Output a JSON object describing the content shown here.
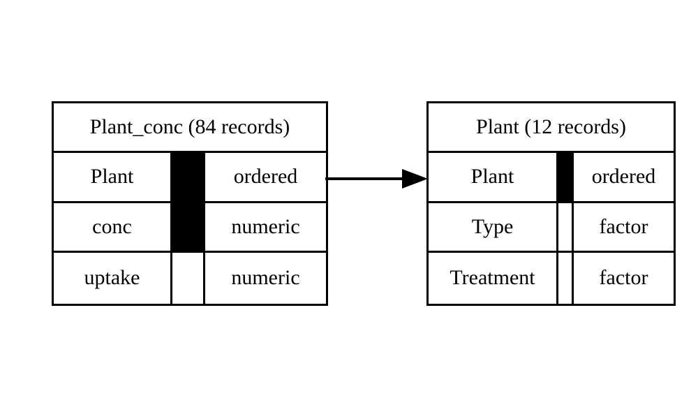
{
  "diagram": {
    "type": "entity-relationship-diagram",
    "background_color": "#ffffff",
    "line_color": "#000000",
    "key_marker_color": "#000000"
  },
  "entities": [
    {
      "id": "plant_conc",
      "title": "Plant_conc (84 records)",
      "name": "Plant_conc",
      "record_count": "84",
      "record_label": "records",
      "fields": [
        {
          "name": "Plant",
          "type": "ordered",
          "is_key": true
        },
        {
          "name": "conc",
          "type": "numeric",
          "is_key": true
        },
        {
          "name": "uptake",
          "type": "numeric",
          "is_key": false
        }
      ]
    },
    {
      "id": "plant",
      "title": "Plant (12 records)",
      "name": "Plant",
      "record_count": "12",
      "record_label": "records",
      "fields": [
        {
          "name": "Plant",
          "type": "ordered",
          "is_key": true
        },
        {
          "name": "Type",
          "type": "factor",
          "is_key": false
        },
        {
          "name": "Treatment",
          "type": "factor",
          "is_key": false
        }
      ]
    }
  ],
  "relationships": [
    {
      "id": "plant_conc-to-plant",
      "from_entity": "Plant_conc",
      "from_field": "Plant",
      "to_entity": "Plant",
      "to_field": "Plant",
      "style": "solid-line-filled-arrowhead",
      "direction": "right"
    }
  ]
}
